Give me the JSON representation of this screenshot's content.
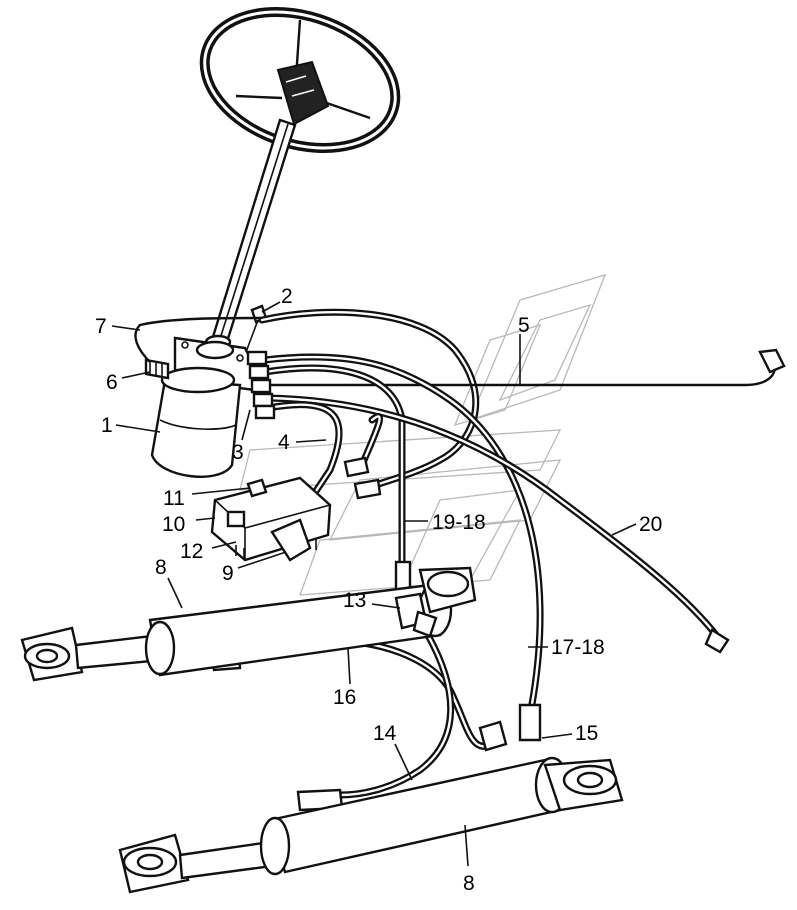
{
  "diagram": {
    "subject": "steering-system-hydraulic-assembly",
    "callouts": [
      {
        "id": "c1",
        "text": "1"
      },
      {
        "id": "c2",
        "text": "2"
      },
      {
        "id": "c3",
        "text": "3"
      },
      {
        "id": "c4",
        "text": "4"
      },
      {
        "id": "c5",
        "text": "5"
      },
      {
        "id": "c6",
        "text": "6"
      },
      {
        "id": "c7",
        "text": "7"
      },
      {
        "id": "c8a",
        "text": "8"
      },
      {
        "id": "c8b",
        "text": "8"
      },
      {
        "id": "c9",
        "text": "9"
      },
      {
        "id": "c10",
        "text": "10"
      },
      {
        "id": "c11",
        "text": "11"
      },
      {
        "id": "c12",
        "text": "12"
      },
      {
        "id": "c13",
        "text": "13"
      },
      {
        "id": "c14",
        "text": "14"
      },
      {
        "id": "c15",
        "text": "15"
      },
      {
        "id": "c16",
        "text": "16"
      },
      {
        "id": "c17",
        "text": "17-18"
      },
      {
        "id": "c19",
        "text": "19-18"
      },
      {
        "id": "c20",
        "text": "20"
      }
    ],
    "colors": {
      "ink": "#111111",
      "watermark": "#b8b8b8",
      "background": "#ffffff"
    }
  }
}
